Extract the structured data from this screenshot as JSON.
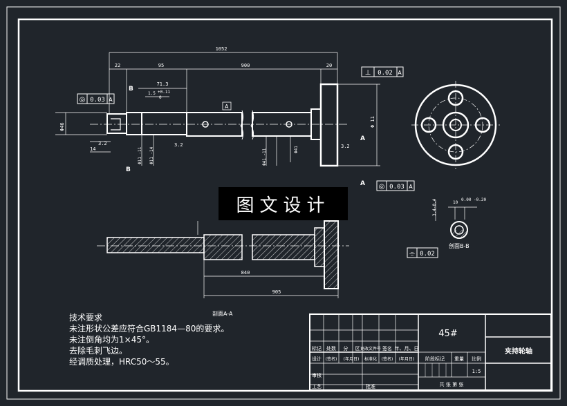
{
  "dimensions": {
    "overall_length": "1052",
    "left_step": "22",
    "second_step": "95",
    "middle_length": "900",
    "flange_thickness": "20",
    "groove_dim": "71.3",
    "tol_plus": "+0.11",
    "tol_zero": "0",
    "small_len": "1.5",
    "len_14": "14",
    "phi_flange": "Φ 11",
    "phi_small": "Φ41",
    "phi_a": "Φ11 -11",
    "phi_b": "Φ11 -14",
    "phi_c": "Φ41 -11",
    "phi_d": "Φ41",
    "phi_left": "Φ46",
    "phi_41": "Φ41",
    "roughness": "3.2",
    "section_len_840": "840",
    "section_len_905": "905",
    "bb_width": "10",
    "bb_tol": "0.00 -0.20",
    "bb_height": "3.4-0.4"
  },
  "tolerance_frames": {
    "perp": {
      "symbol": "⊥",
      "value": "0.02",
      "datum": "A"
    },
    "runout_left": {
      "symbol": "◎",
      "value": "0.03",
      "datum": "A"
    },
    "runout_right": {
      "symbol": "◎",
      "value": "0.03",
      "datum": "A"
    },
    "symmetry": {
      "symbol": "⌯",
      "value": "0.02"
    }
  },
  "section_labels": {
    "a": "A",
    "b": "B",
    "aa_caption": "剖面A-A",
    "bb_caption": "剖面B-B"
  },
  "watermark": "图文设计",
  "notes": {
    "title": "技术要求",
    "lines": [
      "未注形状公差应符合GB1184—80的要求。",
      "未注倒角均为1×45°。",
      "去除毛刺飞边。",
      "经调质处理，HRC50～55。"
    ]
  },
  "title_block": {
    "material": "45#",
    "part_name": "夹持轮轴",
    "row_labels_1": [
      "标记",
      "处数",
      "分",
      "区",
      "更改文件号",
      "签名",
      "年、月、日"
    ],
    "row_labels_2": [
      "设计",
      "(签名)",
      "(年月日)",
      "标准化",
      "(签名)",
      "(年月日)"
    ],
    "stage_label": "阶段标记",
    "weight_label": "重量",
    "scale_label": "比例",
    "scale_value": "1:5",
    "review_label": "审核",
    "process_label": "工艺",
    "approve_label": "批准",
    "sheets_label": "共 张 第 张"
  }
}
